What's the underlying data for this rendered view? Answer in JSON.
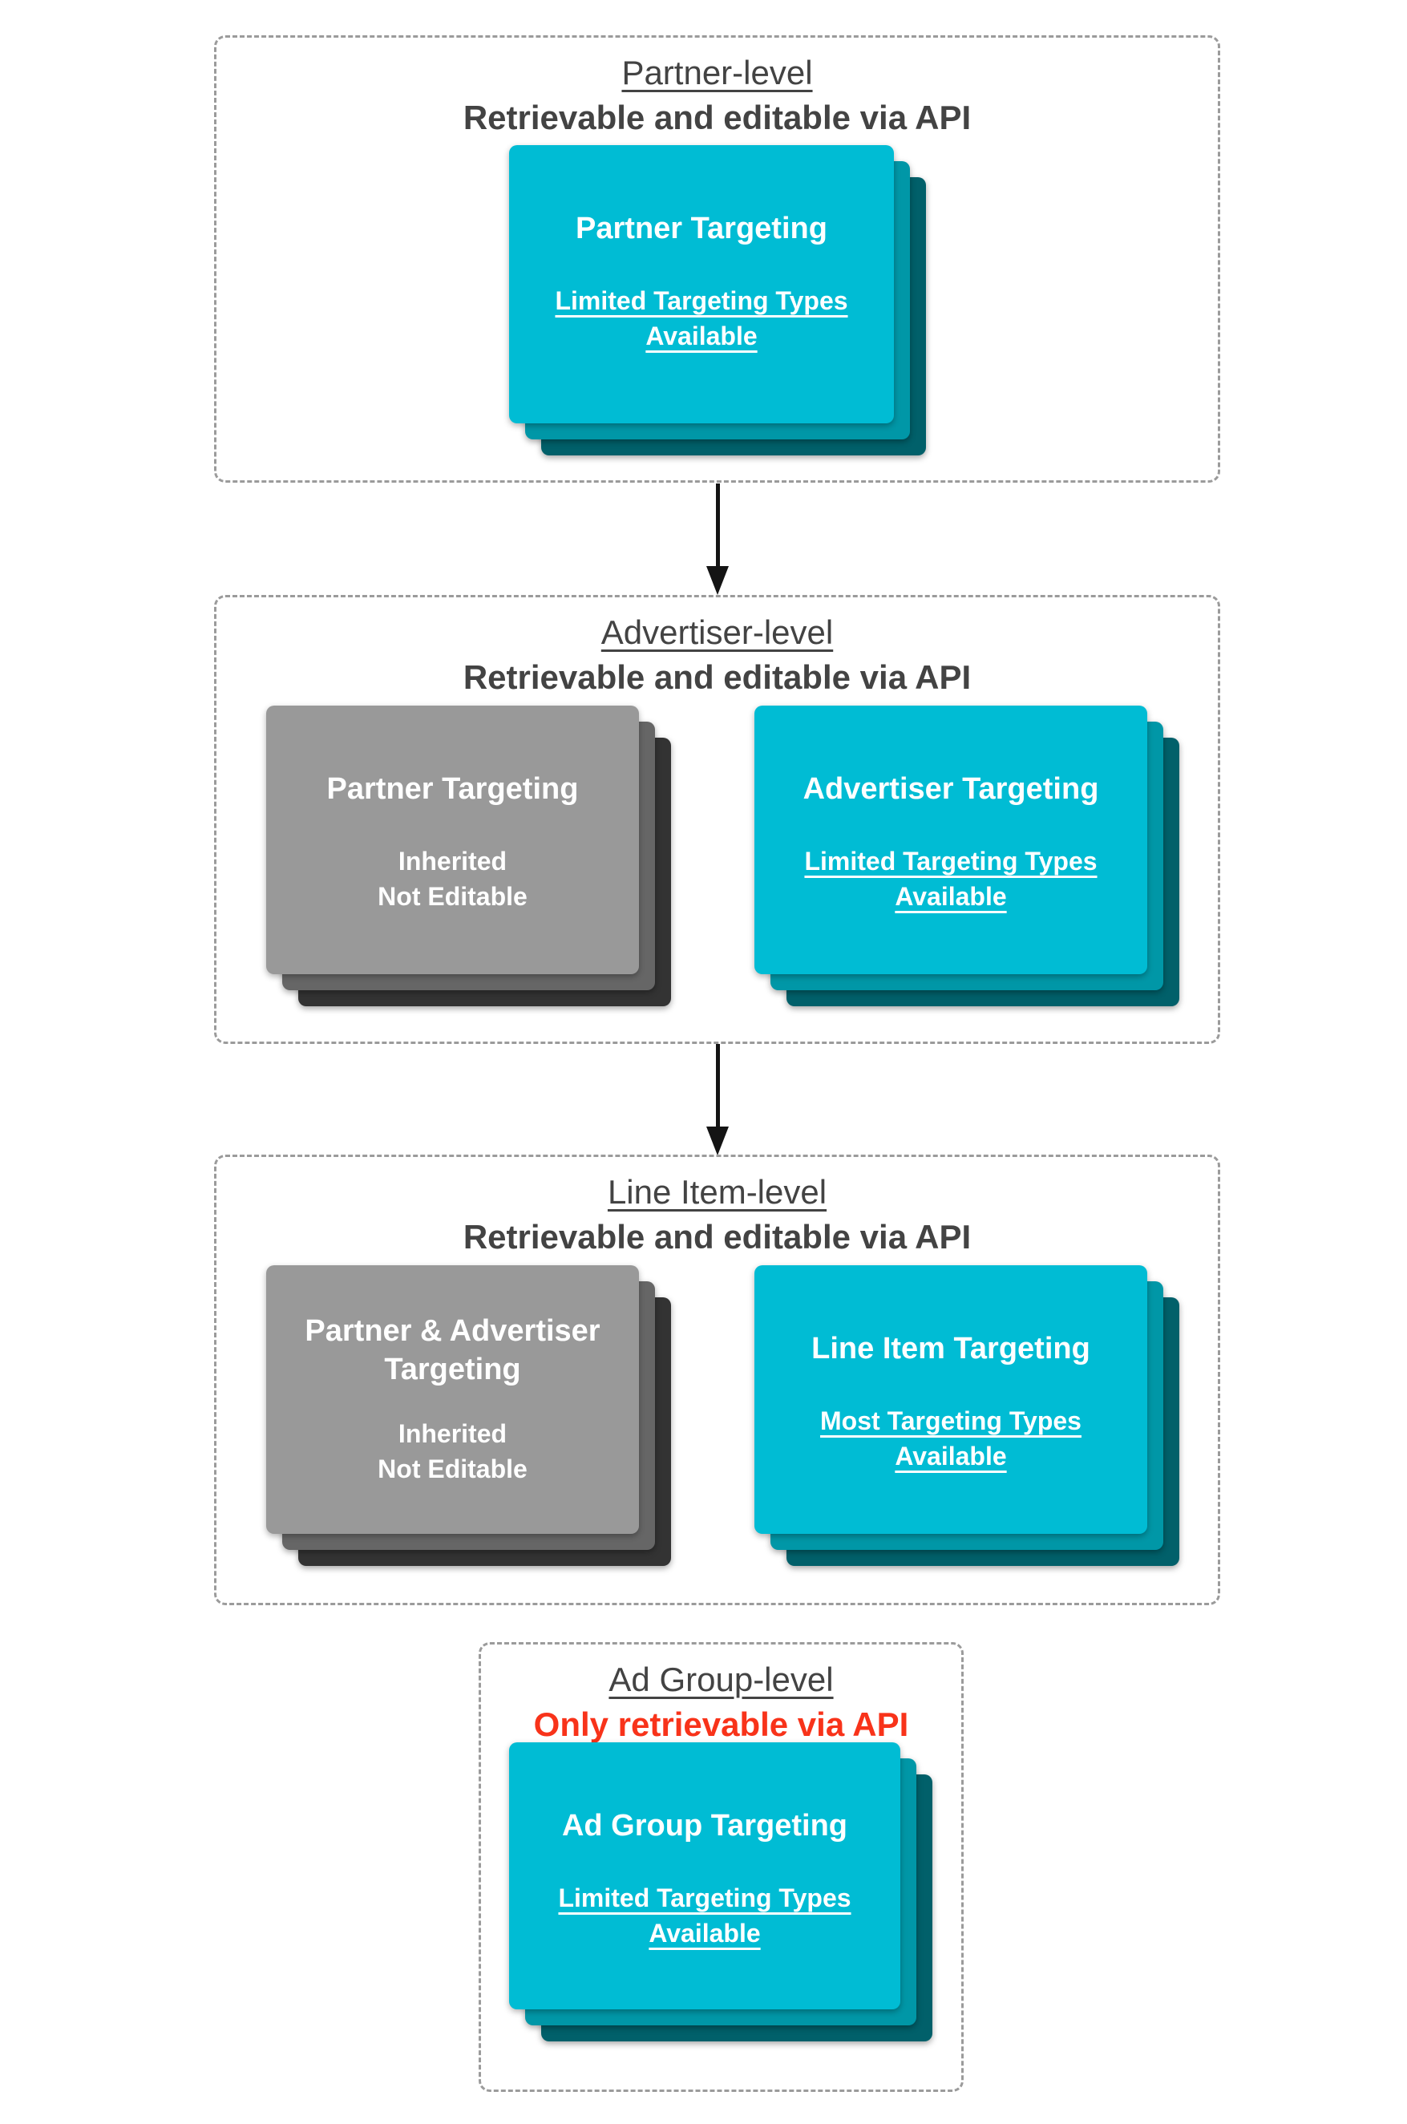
{
  "colors": {
    "teal_front": "#00bcd4",
    "teal_mid": "#0097a7",
    "teal_back": "#01606a",
    "gray_front": "#999999",
    "gray_mid": "#666666",
    "gray_back": "#333333",
    "header_text": "#434343",
    "red_text": "#f8331a",
    "dashed_border": "#9b9b9b",
    "arrow": "#141414",
    "card_text": "#ffffff"
  },
  "sections": [
    {
      "title": "Partner-level",
      "subtitle": "Retrievable and editable via API",
      "cards": [
        {
          "style": "teal",
          "title": "Partner Targeting",
          "lines": [
            "Limited Targeting Types",
            "Available"
          ],
          "underline": true
        }
      ]
    },
    {
      "title": "Advertiser-level",
      "subtitle": "Retrievable and editable via API",
      "cards": [
        {
          "style": "gray",
          "title": "Partner Targeting",
          "lines": [
            "Inherited",
            "Not Editable"
          ],
          "underline": false
        },
        {
          "style": "teal",
          "title": "Advertiser Targeting",
          "lines": [
            "Limited Targeting Types",
            "Available"
          ],
          "underline": true
        }
      ]
    },
    {
      "title": "Line Item-level",
      "subtitle": "Retrievable and editable via API",
      "cards": [
        {
          "style": "gray",
          "title": "Partner & Advertiser Targeting",
          "lines": [
            "Inherited",
            "Not Editable"
          ],
          "underline": false
        },
        {
          "style": "teal",
          "title": "Line Item Targeting",
          "lines": [
            "Most Targeting Types",
            "Available"
          ],
          "underline": true
        }
      ]
    },
    {
      "title": "Ad Group-level",
      "subtitle": "Only retrievable via API",
      "cards": [
        {
          "style": "teal",
          "title": "Ad Group Targeting",
          "lines": [
            "Limited Targeting Types",
            "Available"
          ],
          "underline": true
        }
      ]
    }
  ]
}
